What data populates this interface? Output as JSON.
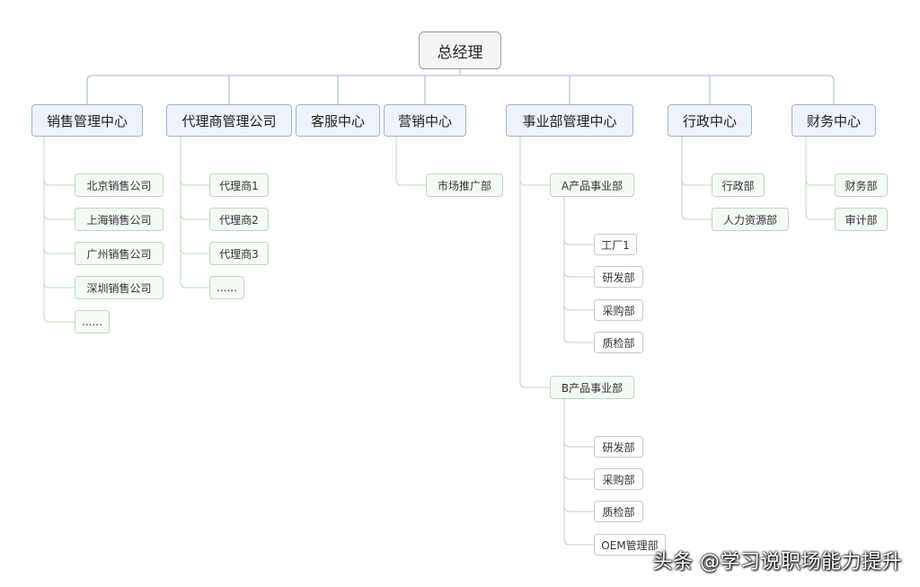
{
  "root": {
    "label": "总经理"
  },
  "departments": [
    {
      "label": "销售管理中心",
      "children": [
        {
          "label": "北京销售公司"
        },
        {
          "label": "上海销售公司"
        },
        {
          "label": "广州销售公司"
        },
        {
          "label": "深圳销售公司"
        },
        {
          "label": "......"
        }
      ]
    },
    {
      "label": "代理商管理公司",
      "children": [
        {
          "label": "代理商1"
        },
        {
          "label": "代理商2"
        },
        {
          "label": "代理商3"
        },
        {
          "label": "......"
        }
      ]
    },
    {
      "label": "客服中心",
      "children": []
    },
    {
      "label": "营销中心",
      "children": [
        {
          "label": "市场推广部"
        }
      ]
    },
    {
      "label": "事业部管理中心",
      "children": [
        {
          "label": "A产品事业部",
          "children": [
            {
              "label": "工厂1"
            },
            {
              "label": "研发部"
            },
            {
              "label": "采购部"
            },
            {
              "label": "质检部"
            }
          ]
        },
        {
          "label": "B产品事业部",
          "children": [
            {
              "label": "研发部"
            },
            {
              "label": "采购部"
            },
            {
              "label": "质检部"
            },
            {
              "label": "OEM管理部"
            }
          ]
        }
      ]
    },
    {
      "label": "行政中心",
      "children": [
        {
          "label": "行政部"
        },
        {
          "label": "人力资源部"
        }
      ]
    },
    {
      "label": "财务中心",
      "children": [
        {
          "label": "财务部"
        },
        {
          "label": "审计部"
        }
      ]
    }
  ],
  "watermark": "头条 @学习说职场能力提升"
}
